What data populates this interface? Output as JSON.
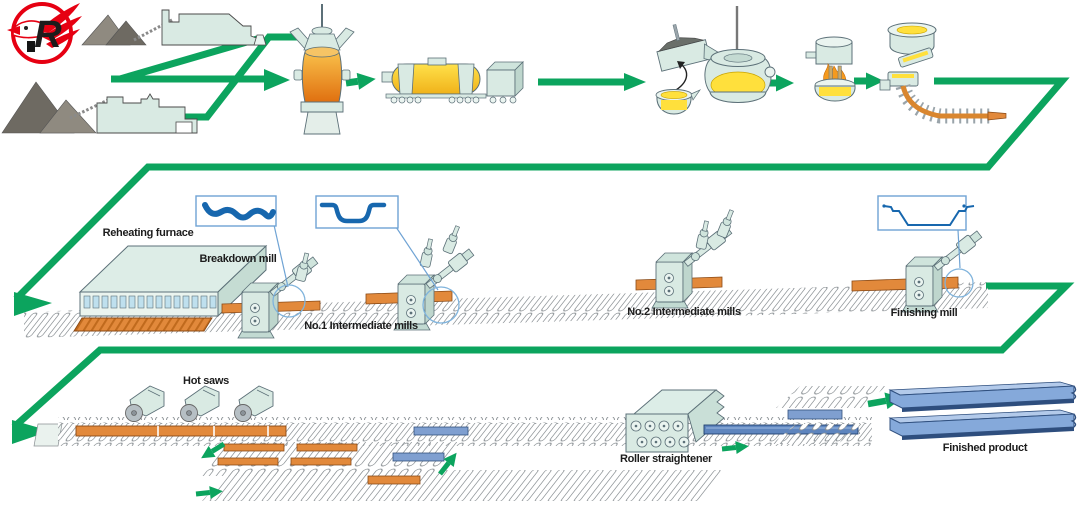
{
  "diagram": {
    "type": "steel-sheet-pile-production-process-flow",
    "logo": {
      "letter": "R",
      "color": "#E60012"
    },
    "rows": {
      "ironmaking_line": {
        "icons": [
          "raw-material-pile-icon",
          "sinter-plant-icon",
          "coal-pile-icon",
          "coke-plant-icon",
          "blast-furnace-icon",
          "torpedo-car-icon",
          "scrap-chute-icon",
          "charging-ladle-icon",
          "converter-icon",
          "ladle-refining-furnace-icon",
          "continuous-caster-icon"
        ]
      },
      "rolling_line": {
        "reheating_furnace": "Reheating furnace",
        "breakdown_mill": "Breakdown mill",
        "no1_intermediate_mills": "No.1 Intermediate mills",
        "no2_intermediate_mills": "No.2 Intermediate mills",
        "finishing_mill": "Finishing mill",
        "callout_icons": [
          "rough-rolled-profile-icon",
          "intermediate-u-profile-icon",
          "finished-sheet-pile-profile-icon"
        ]
      },
      "finishing_line": {
        "hot_saws": "Hot saws",
        "roller_straightener": "Roller straightener",
        "finished_product": "Finished product",
        "icons": [
          "cooling-bed-icon",
          "sheet-pile-bundle-icon"
        ]
      }
    },
    "colors": {
      "flow_green": "#0CA45E",
      "hot_steel_orange": "#E2893B",
      "molten_yellow": "#FFE03C",
      "equipment_teal": "#D9EAE3",
      "profile_blue": "#1767AE",
      "product_blue": "#85A9DA",
      "logo_red": "#E60012"
    }
  }
}
